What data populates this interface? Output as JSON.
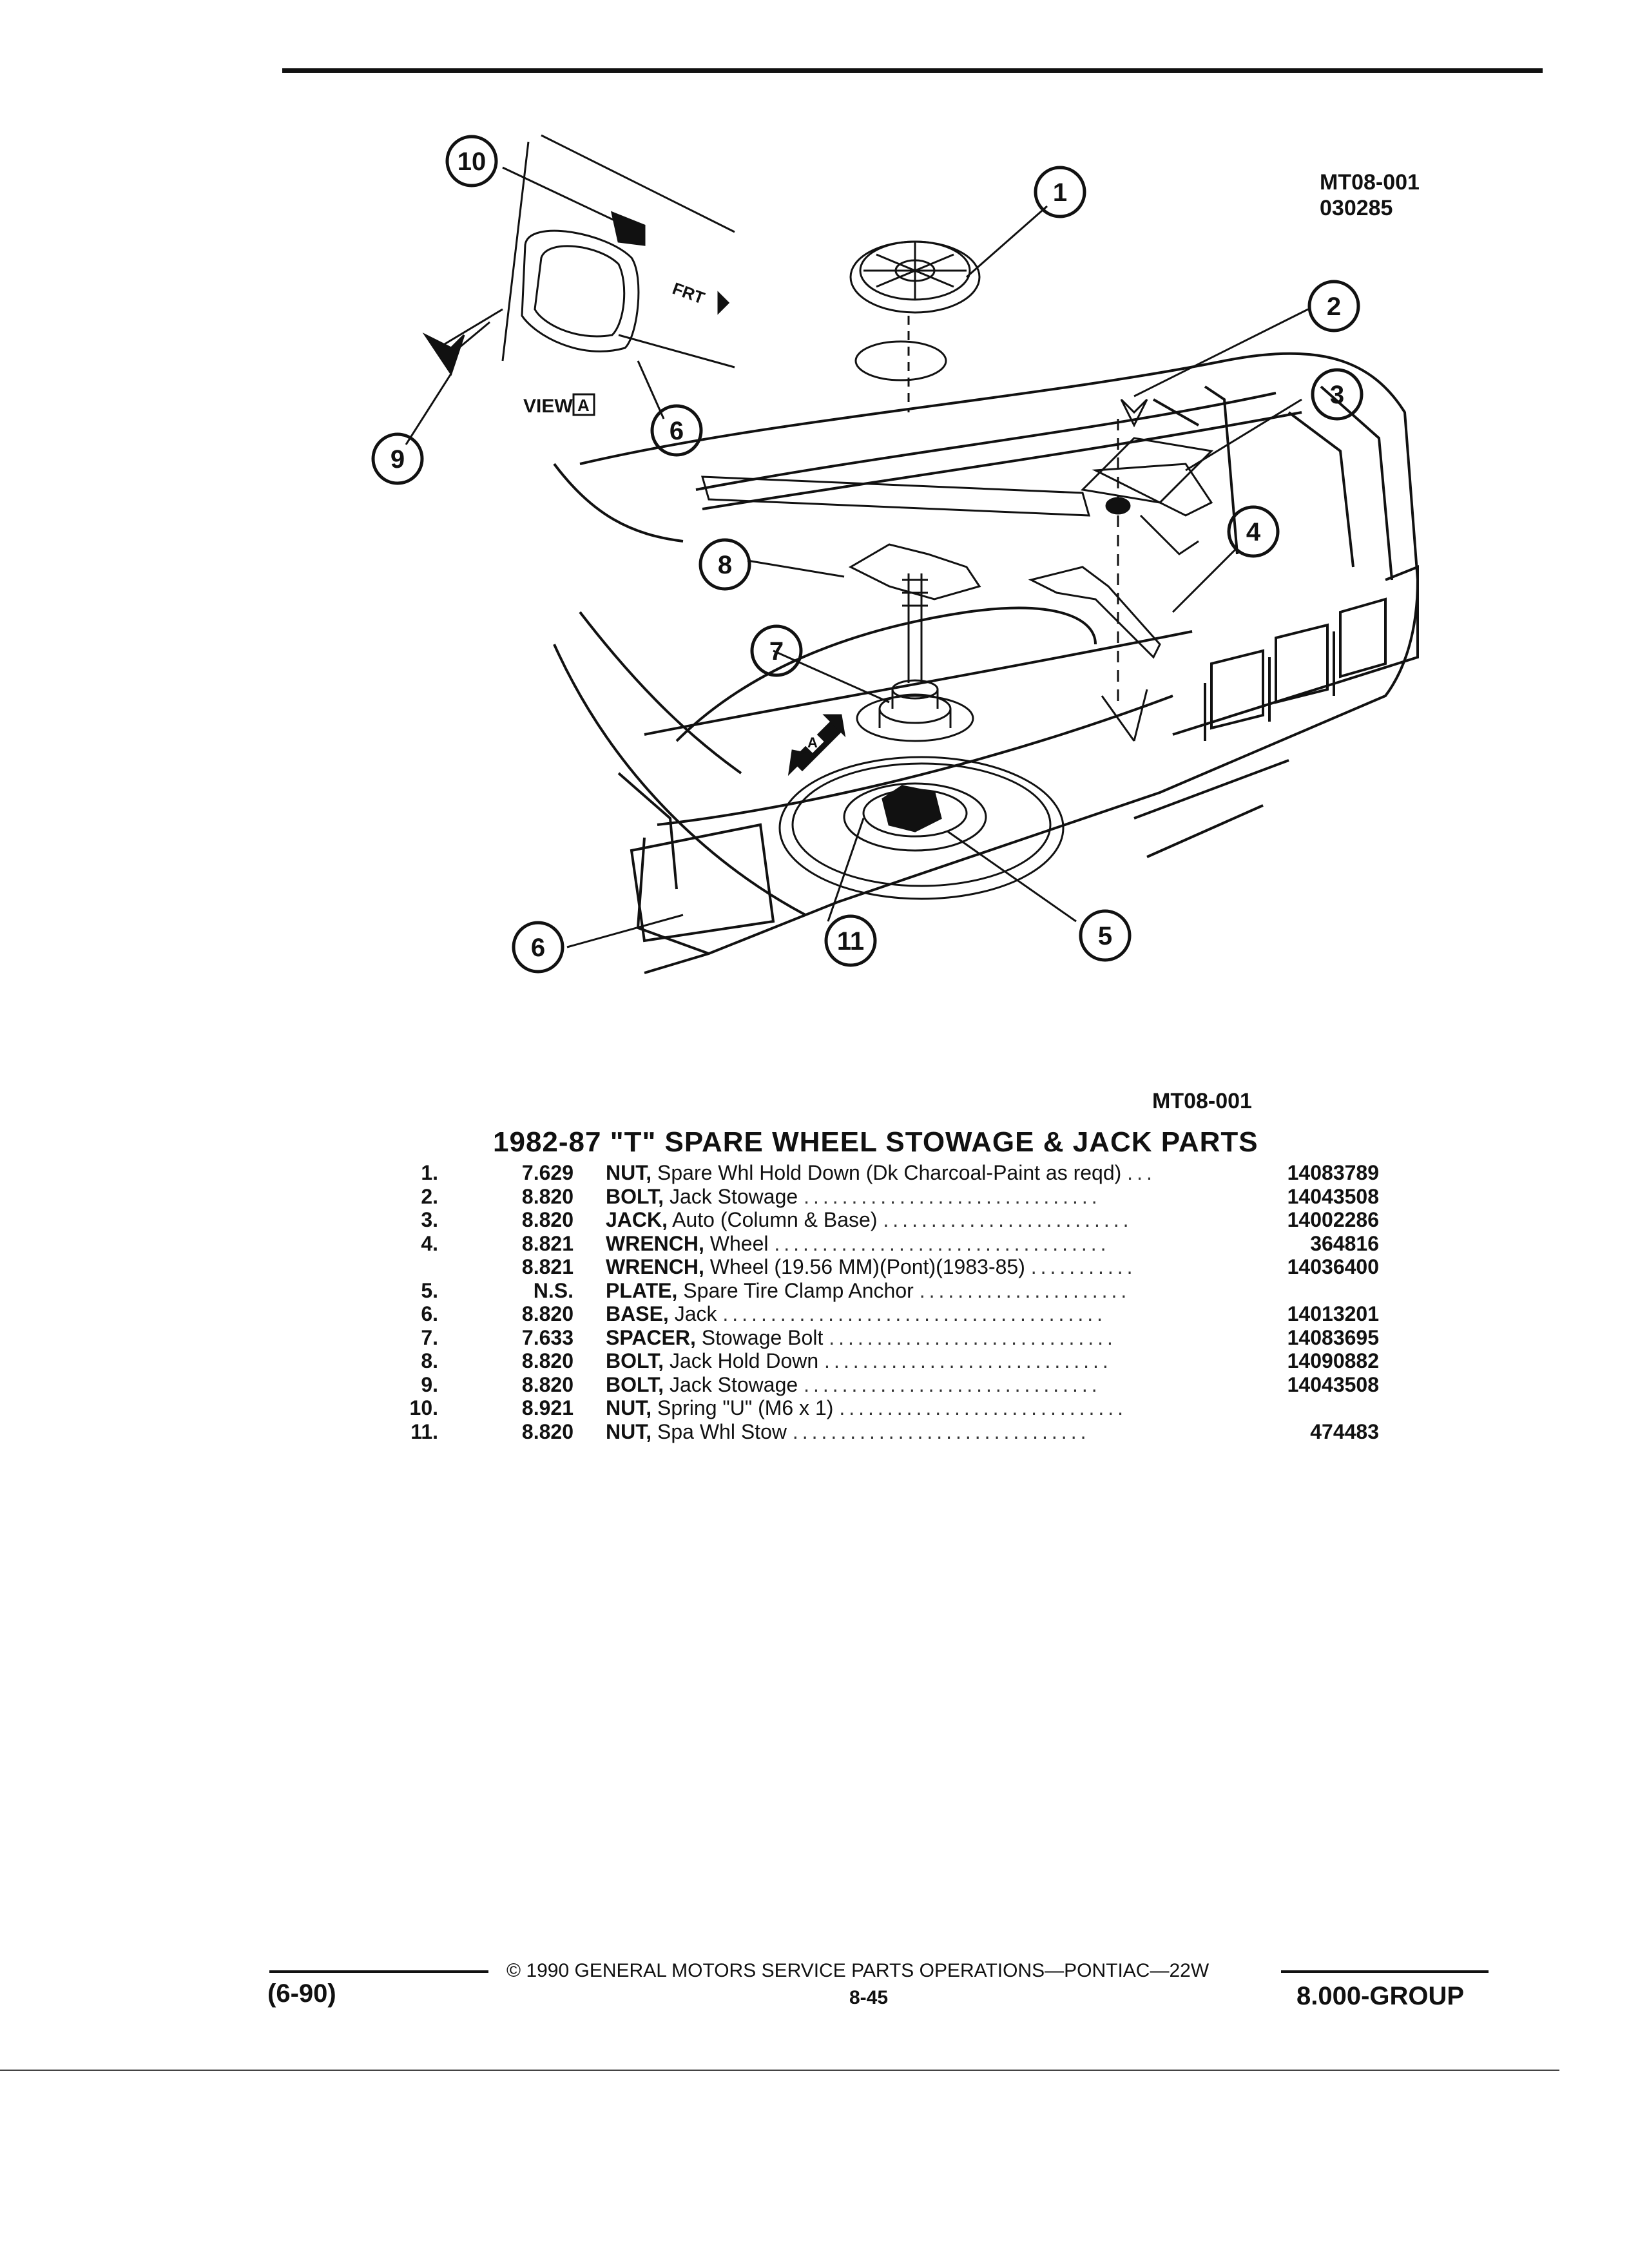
{
  "header": {
    "fig_code": "MT08-001",
    "fig_date": "030285"
  },
  "diagram": {
    "view_label": "VIEW",
    "view_letter": "A",
    "frt_label": "FRT",
    "callouts": [
      "10",
      "1",
      "2",
      "3",
      "4",
      "5",
      "6",
      "6",
      "7",
      "8",
      "9",
      "11"
    ]
  },
  "caption_code": "MT08-001",
  "section_title": "1982-87 \"T\" SPARE WHEEL STOWAGE & JACK PARTS",
  "parts": [
    {
      "num": "1.",
      "code": "7.629",
      "name": "NUT,",
      "desc": " Spare Whl Hold Down (Dk Charcoal-Paint as reqd)",
      "dots": "...",
      "pn": "14083789"
    },
    {
      "num": "2.",
      "code": "8.820",
      "name": "BOLT,",
      "desc": " Jack Stowage",
      "dots": "...............................",
      "pn": "14043508"
    },
    {
      "num": "3.",
      "code": "8.820",
      "name": "JACK,",
      "desc": " Auto (Column & Base)",
      "dots": "..........................",
      "pn": "14002286"
    },
    {
      "num": "4.",
      "code": "8.821",
      "name": "WRENCH,",
      "desc": " Wheel",
      "dots": "...................................",
      "pn": "364816"
    },
    {
      "num": "",
      "code": "8.821",
      "name": "WRENCH,",
      "desc": " Wheel (19.56 MM)(Pont)(1983-85)",
      "dots": "...........",
      "pn": "14036400"
    },
    {
      "num": "5.",
      "code": "N.S.",
      "name": "PLATE,",
      "desc": " Spare Tire Clamp Anchor",
      "dots": "......................",
      "pn": ""
    },
    {
      "num": "6.",
      "code": "8.820",
      "name": "BASE,",
      "desc": " Jack",
      "dots": "........................................",
      "pn": "14013201"
    },
    {
      "num": "7.",
      "code": "7.633",
      "name": "SPACER,",
      "desc": " Stowage Bolt",
      "dots": "..............................",
      "pn": "14083695"
    },
    {
      "num": "8.",
      "code": "8.820",
      "name": "BOLT,",
      "desc": " Jack Hold Down",
      "dots": "..............................",
      "pn": "14090882"
    },
    {
      "num": "9.",
      "code": "8.820",
      "name": "BOLT,",
      "desc": " Jack Stowage",
      "dots": "...............................",
      "pn": "14043508"
    },
    {
      "num": "10.",
      "code": "8.921",
      "name": "NUT,",
      "desc": " Spring \"U\" (M6 x 1)",
      "dots": "..............................",
      "pn": ""
    },
    {
      "num": "11.",
      "code": "8.820",
      "name": "NUT,",
      "desc": " Spa Whl Stow",
      "dots": "...............................",
      "pn": "474483"
    }
  ],
  "footer": {
    "date": "(6-90)",
    "copyright": "© 1990 GENERAL MOTORS SERVICE PARTS OPERATIONS—PONTIAC—22W",
    "page": "8-45",
    "group": "8.000-GROUP"
  }
}
